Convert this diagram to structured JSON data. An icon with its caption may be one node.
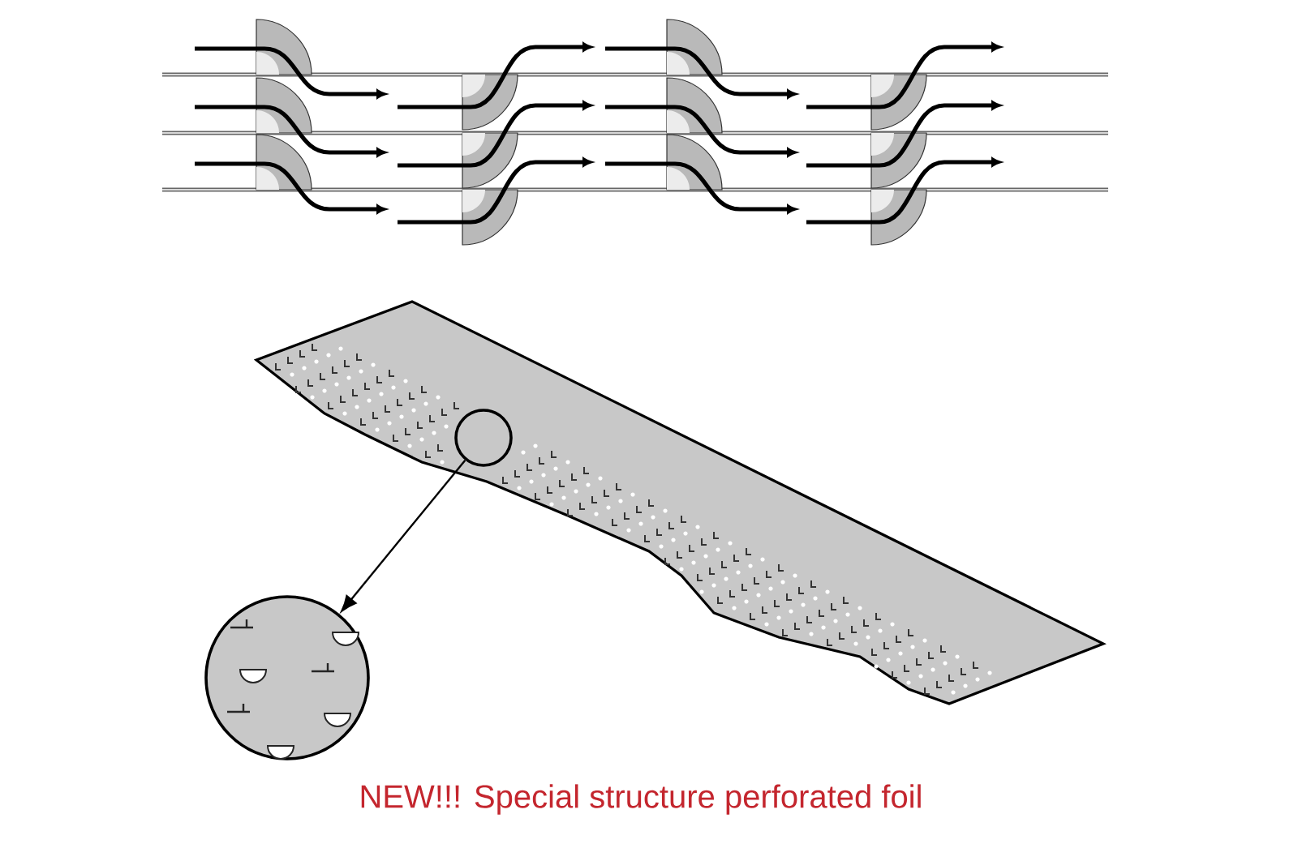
{
  "diagram": {
    "caption": "NEW!!! Special structure perforated foil",
    "nodes": [
      {
        "text": [],
        "shape": "circle"
      },
      {
        "text": [],
        "shape": "circle"
      }
    ],
    "edges": [
      {
        "from": 0,
        "to": 1,
        "arrow": "to"
      }
    ]
  }
}
